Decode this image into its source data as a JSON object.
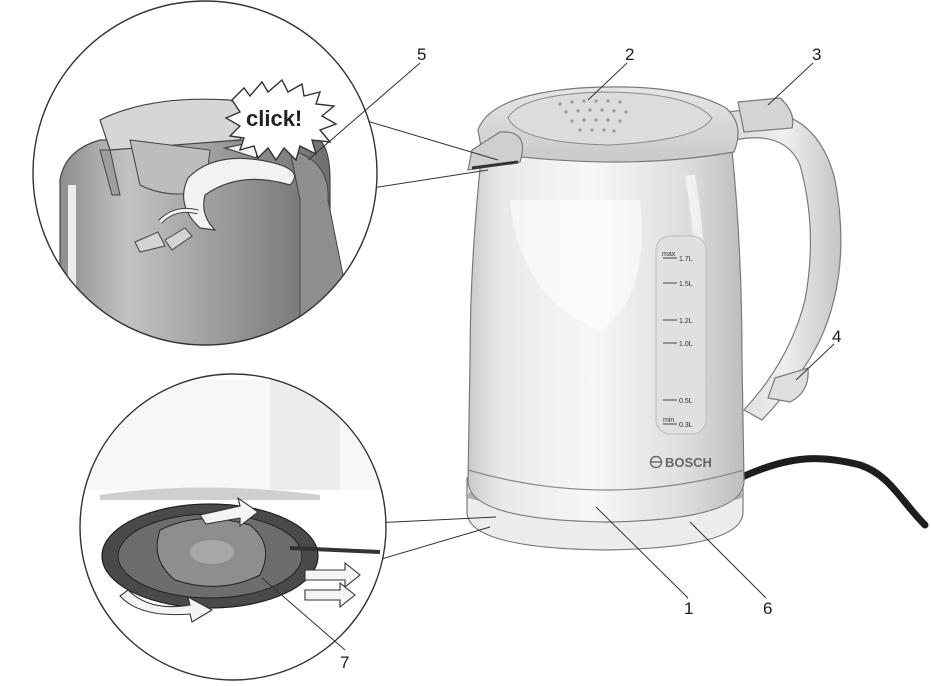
{
  "diagram": {
    "brand": "BOSCH",
    "bubble_text": "click!",
    "callouts": [
      "1",
      "2",
      "3",
      "4",
      "5",
      "6",
      "7"
    ],
    "water_scale": {
      "max_prefix": "max",
      "min_prefix": "min",
      "marks": [
        "1.7L",
        "1.5L",
        "1.2L",
        "1.0L",
        "0.5L",
        "0.3L"
      ]
    }
  }
}
